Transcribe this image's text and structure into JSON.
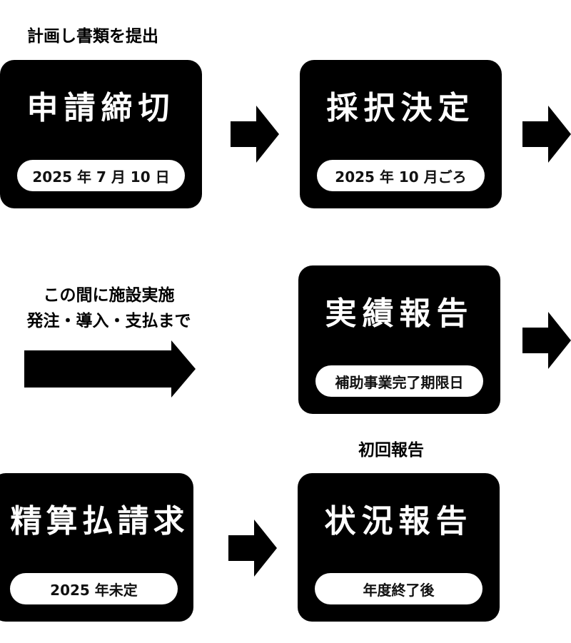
{
  "colors": {
    "box": "#000000",
    "pill": "#ffffff",
    "arrow": "#000000"
  },
  "labels": {
    "submit_plan": "計画し書類を提出",
    "meanwhile_line1": "この間に施設実施",
    "meanwhile_line2": "発注・導入・支払まで",
    "first_report": "初回報告"
  },
  "steps": [
    {
      "title": "申請締切",
      "date": "2025 年 7 月 10 日"
    },
    {
      "title": "採択決定",
      "date": "2025 年 10 月ごろ"
    },
    {
      "title": "実績報告",
      "date": "補助事業完了期限日"
    },
    {
      "title": "精算払請求",
      "date": "2025 年未定"
    },
    {
      "title": "状況報告",
      "date": "年度終了後"
    }
  ]
}
